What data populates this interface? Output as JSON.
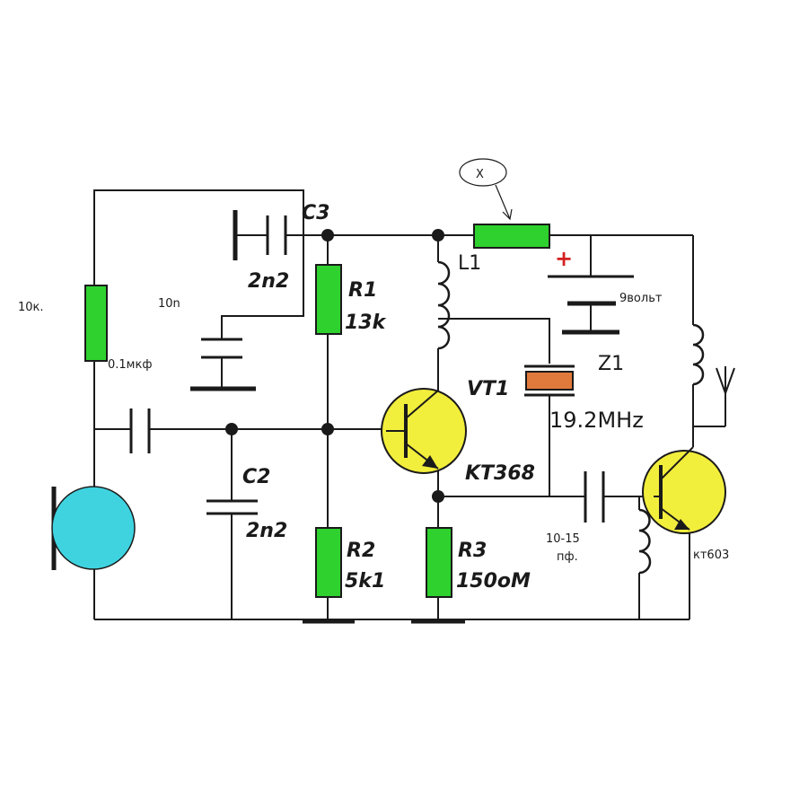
{
  "colors": {
    "resistor": "#2fd12f",
    "transistor": "#f2ee3c",
    "microphone": "#3fd3e0",
    "crystal": "#e07a3c",
    "plus_sign": "#d42020",
    "wire": "#1a1a1a"
  },
  "labels": {
    "c3": "C3",
    "c3_value": "2n2",
    "r1": "R1",
    "r1_value": "13k",
    "l1": "L1",
    "x_marker": "X",
    "plus": "+",
    "battery": "9вольт",
    "z1": "Z1",
    "crystal_freq": "19.2MHz",
    "vt1": "VT1",
    "vt1_type": "KT368",
    "r2": "R2",
    "r2_value": "5k1",
    "r3": "R3",
    "r3_value": "150oM",
    "c2": "C2",
    "c2_value": "2n2",
    "left_resistor": "10к.",
    "cap_10n": "10n",
    "cap_01": "0.1мкф",
    "cap_10_15": "10-15",
    "cap_10_15_unit": "пф.",
    "second_transistor": "кт603"
  },
  "icons": {
    "microphone": "microphone-icon",
    "antenna": "antenna-icon"
  }
}
